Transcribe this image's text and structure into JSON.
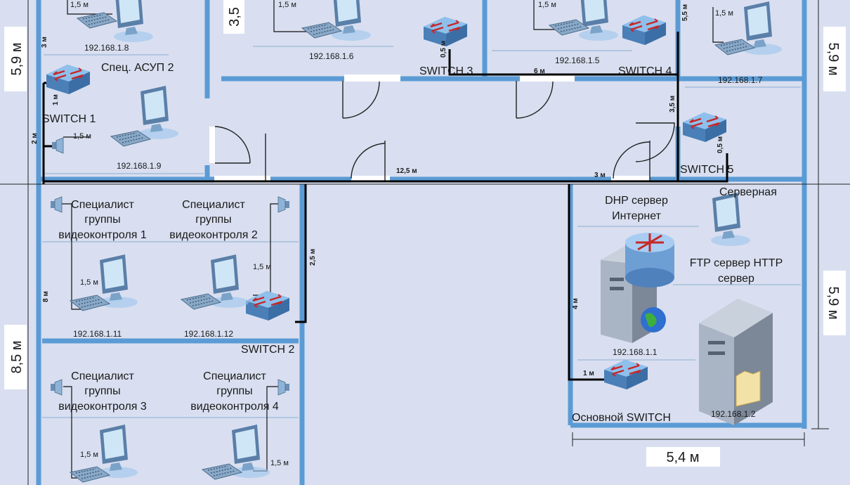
{
  "dims": {
    "top_left": "5,9 м",
    "mid_left": "8,5 м",
    "right_top": "5,9 м",
    "right_mid": "5,9 м",
    "bottom": "5,4 м",
    "top_small": "3,5"
  },
  "switches": {
    "s1": "SWITCH 1",
    "s2": "SWITCH 2",
    "s3": "SWITCH 3",
    "s4": "SWITCH 4",
    "s5": "SWITCH 5",
    "main": "Основной SWITCH"
  },
  "ips": {
    "ip8": "192.168.1.8",
    "ip6": "192.168.1.6",
    "ip5": "192.168.1.5",
    "ip7": "192.168.1.7",
    "ip9": "192.168.1.9",
    "ip11": "192.168.1.11",
    "ip12": "192.168.1.12",
    "ip1": "192.168.1.1",
    "ip2": "192.168.1.2"
  },
  "rooms": {
    "asup": "Спец. АСУП 2",
    "server": "Серверная",
    "vk1": [
      "Специалист",
      "группы",
      "видеоконтроля 1"
    ],
    "vk2": [
      "Специалист",
      "группы",
      "видеоконтроля 2"
    ],
    "vk3": [
      "Специалист",
      "группы",
      "видеоконтроля 3"
    ],
    "vk4": [
      "Специалист",
      "группы",
      "видеоконтроля 4"
    ],
    "dhcp": [
      "DHP сервер",
      "Интернет"
    ],
    "ftp": [
      "FTP сервер HTTP",
      "сервер"
    ]
  },
  "cables": {
    "c15": "1,5 м",
    "c3": "3 м",
    "c1": "1 м",
    "c2": "2 м",
    "c05": "0,5 м",
    "c6": "6 м",
    "c55": "5,5 м",
    "c35": "3,5 м",
    "c125": "12,5 м",
    "c25": "2,5 м",
    "c8": "8 м",
    "c4": "4 м"
  },
  "colors": {
    "background": "#d9dff0",
    "wall": "#5b9bd5",
    "cable": "#000000",
    "switch_body": "#6fa8dc"
  }
}
